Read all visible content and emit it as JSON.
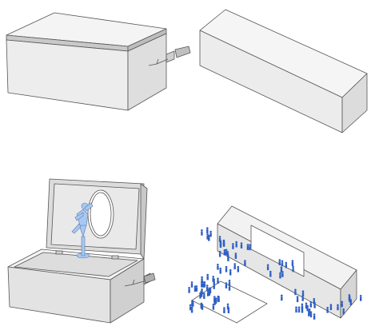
{
  "panels": [
    {
      "id": "closed-box",
      "kind": "music-box-closed"
    },
    {
      "id": "long-block",
      "kind": "elongated-volume"
    },
    {
      "id": "open-box",
      "kind": "music-box-open-with-dancer"
    },
    {
      "id": "block-with-crowd",
      "kind": "elongated-volume-with-opening-and-people"
    }
  ],
  "colors": {
    "background": "#ffffff",
    "face_light": "#f2f2f2",
    "face_mid": "#e4e4e4",
    "face_dark": "#d2d2d2",
    "lid_band": "#c8c8c8",
    "outline": "#555555",
    "figure_blue": "#a9c8f0",
    "people_blue": "#2f5fc4"
  },
  "icons": [
    "crank-handle",
    "mirror",
    "ballerina-figure",
    "people-silhouettes"
  ]
}
